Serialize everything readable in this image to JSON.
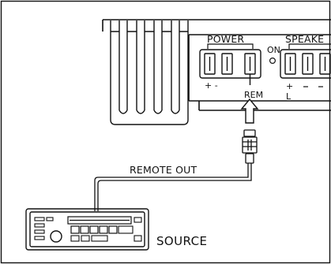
{
  "labels": {
    "power": "POWER",
    "on": "ON",
    "speaker": "SPEAKE",
    "plus_minus": "+ -",
    "rem": "REM",
    "speaker_plus": "+",
    "speaker_l": "L",
    "remote_out": "REMOTE OUT",
    "source": "SOURCE"
  },
  "colors": {
    "line": "#111111",
    "background": "#ffffff"
  }
}
